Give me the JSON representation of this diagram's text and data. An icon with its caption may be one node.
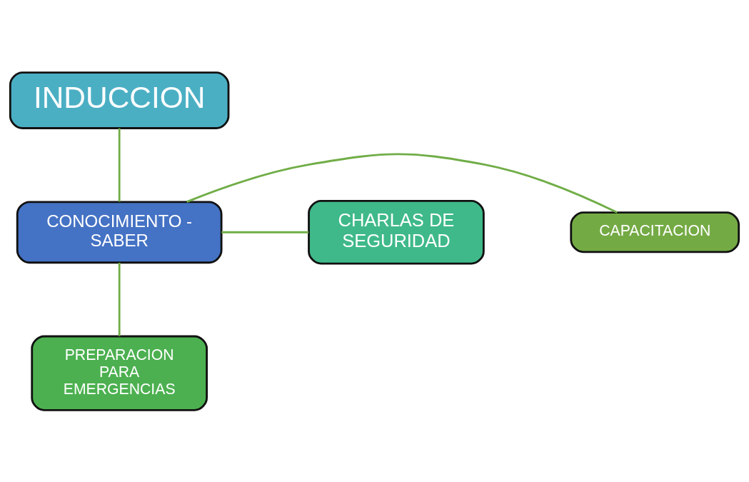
{
  "diagram": {
    "nodes": [
      {
        "text": [
          "INDUCCION"
        ]
      },
      {
        "text": [
          "CAPACITACION"
        ]
      },
      {
        "text": [
          "CONOCIMIENTO - SABER"
        ]
      },
      {
        "text": [
          "CHARLAS DE SEGURIDAD"
        ]
      },
      {
        "text": [
          "PREPARACION PARA EMERGENCIAS"
        ]
      }
    ],
    "edges": [
      {
        "from": 2,
        "to": 0,
        "arrow": "none",
        "color": "#70ad47"
      },
      {
        "from": 2,
        "to": 1,
        "arrow": "none",
        "color": "#70ad47"
      },
      {
        "from": 2,
        "to": 3,
        "arrow": "none",
        "color": "#70ad47"
      },
      {
        "from": 2,
        "to": 4,
        "arrow": "none",
        "color": "#70ad47"
      }
    ]
  }
}
